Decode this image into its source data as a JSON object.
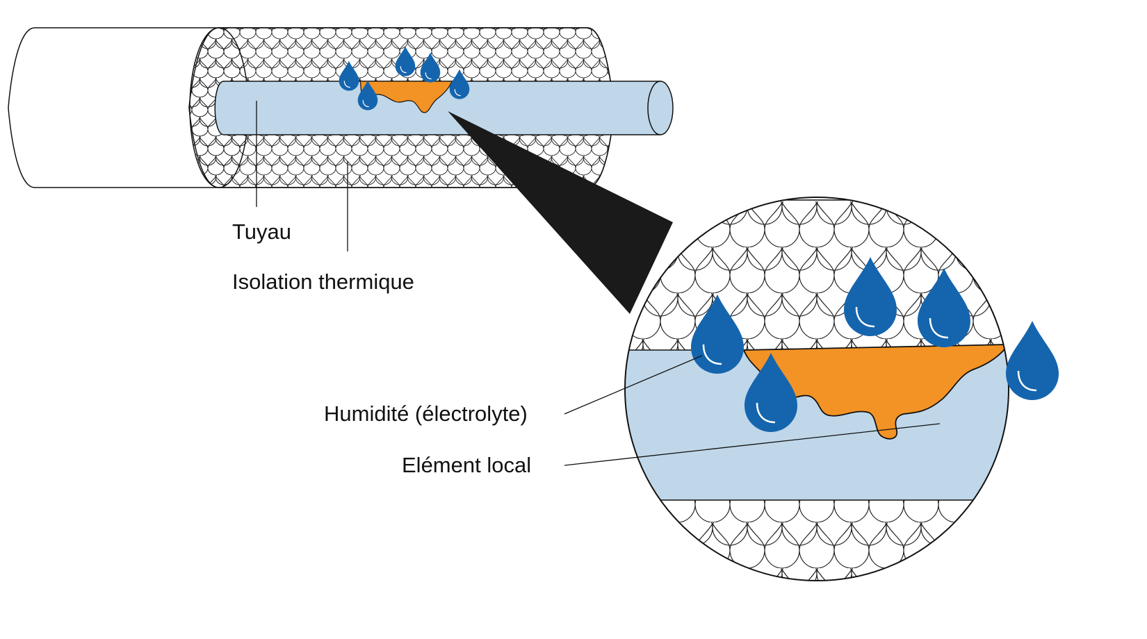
{
  "labels": {
    "pipe": "Tuyau",
    "insulation": "Isolation thermique",
    "moisture": "Humidité (électrolyte)",
    "local_element": "Elément local"
  },
  "colors": {
    "pipe_fill": "#bfd7e9",
    "corrosion_fill": "#f39325",
    "droplet_fill": "#1565ae",
    "outline": "#111111",
    "pointer_fill": "#1a1a1a"
  },
  "icons": {
    "droplet": "water-droplet-icon",
    "corrosion": "corrosion-spot"
  }
}
